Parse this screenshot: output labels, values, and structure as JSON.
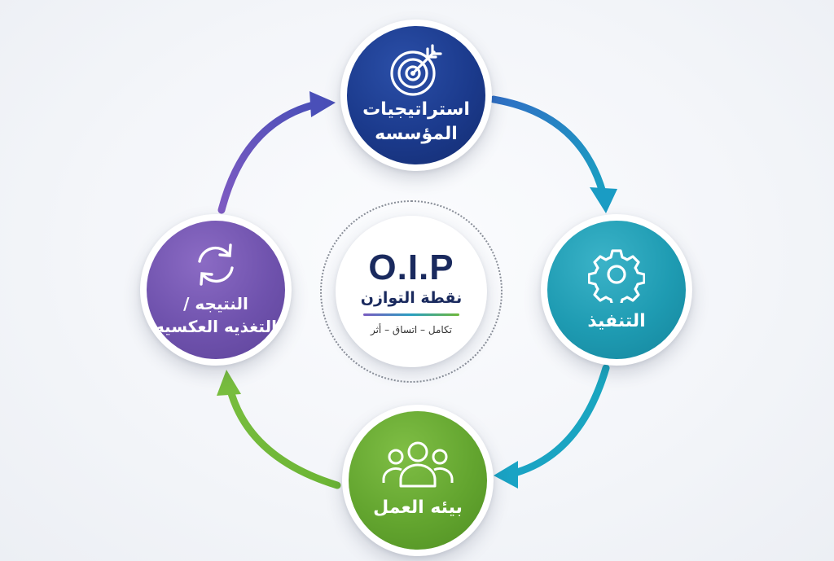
{
  "center": {
    "title": "O.I.P",
    "subtitle": "نقطة التوازن",
    "tagline": "تكامل – اتساق – أثر"
  },
  "nodes": {
    "top": {
      "label": "استراتيجيات المؤسسه",
      "icon": "target-icon",
      "color": "#1b3a8c"
    },
    "right": {
      "label": "التنفيذ",
      "icon": "gear-icon",
      "color": "#1e9bb2"
    },
    "bottom": {
      "label": "بيئه العمل",
      "icon": "users-icon",
      "color": "#63a52f"
    },
    "left": {
      "label": "النتيجه / التغذيه العكسيه",
      "icon": "refresh-icon",
      "color": "#6f52ad"
    }
  },
  "arrows": [
    {
      "from": "top",
      "to": "right",
      "color": "#2a86c8"
    },
    {
      "from": "right",
      "to": "bottom",
      "color": "#1fa7bf"
    },
    {
      "from": "bottom",
      "to": "left",
      "color": "#6fb83a"
    },
    {
      "from": "left",
      "to": "top",
      "color": "#7a5cc0"
    }
  ]
}
